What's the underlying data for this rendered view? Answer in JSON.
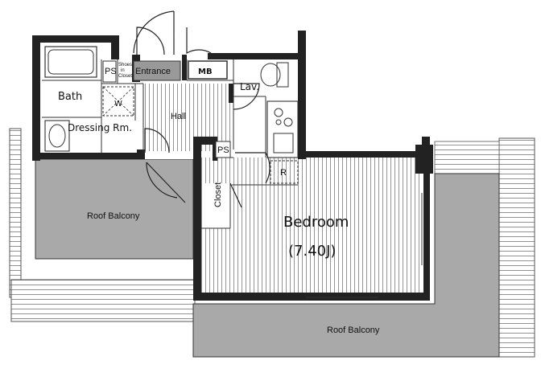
{
  "plan": {
    "rooms": {
      "bath": "Bath",
      "ps_top": "PS",
      "shoes_closet_1": "Shoes",
      "shoes_closet_2": "in",
      "shoes_closet_3": "Closet",
      "entrance": "Entrance",
      "mb": "MB",
      "lav": "Lav.",
      "w": "W",
      "hall": "Hall",
      "dressing": "Dressing Rm.",
      "ps_mid": "PS",
      "refrigerator": "R",
      "closet": "Closet",
      "bedroom": "Bedroom",
      "bedroom_size": "(7.40J)",
      "roof_balcony_left": "Roof Balcony",
      "roof_balcony_bottom": "Roof Balcony"
    },
    "colors": {
      "wall": "#222222",
      "balcony": "#a9a9a9",
      "floor_stripe": "#555555"
    }
  }
}
